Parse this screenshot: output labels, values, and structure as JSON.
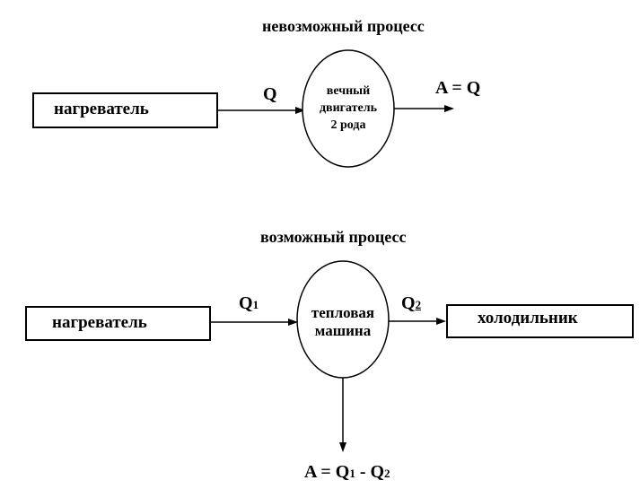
{
  "impossible": {
    "title": "невозможный процесс",
    "heater_label": "нагреватель",
    "engine_lines": [
      "вечный",
      "двигатель",
      "2 рода"
    ],
    "q_label": "Q",
    "work_label": "A = Q"
  },
  "possible": {
    "title": "возможный процесс",
    "heater_label": "нагреватель",
    "engine_lines": [
      "тепловая",
      "машина"
    ],
    "q1": {
      "base": "Q",
      "sub": "1"
    },
    "q2": {
      "base": "Q",
      "sub": "2"
    },
    "cooler_label": "холодильник",
    "work": {
      "a": "A = ",
      "q1_base": "Q",
      "q1_sub": "1",
      "minus": " - ",
      "q2_base": "Q",
      "q2_sub": "2"
    }
  }
}
